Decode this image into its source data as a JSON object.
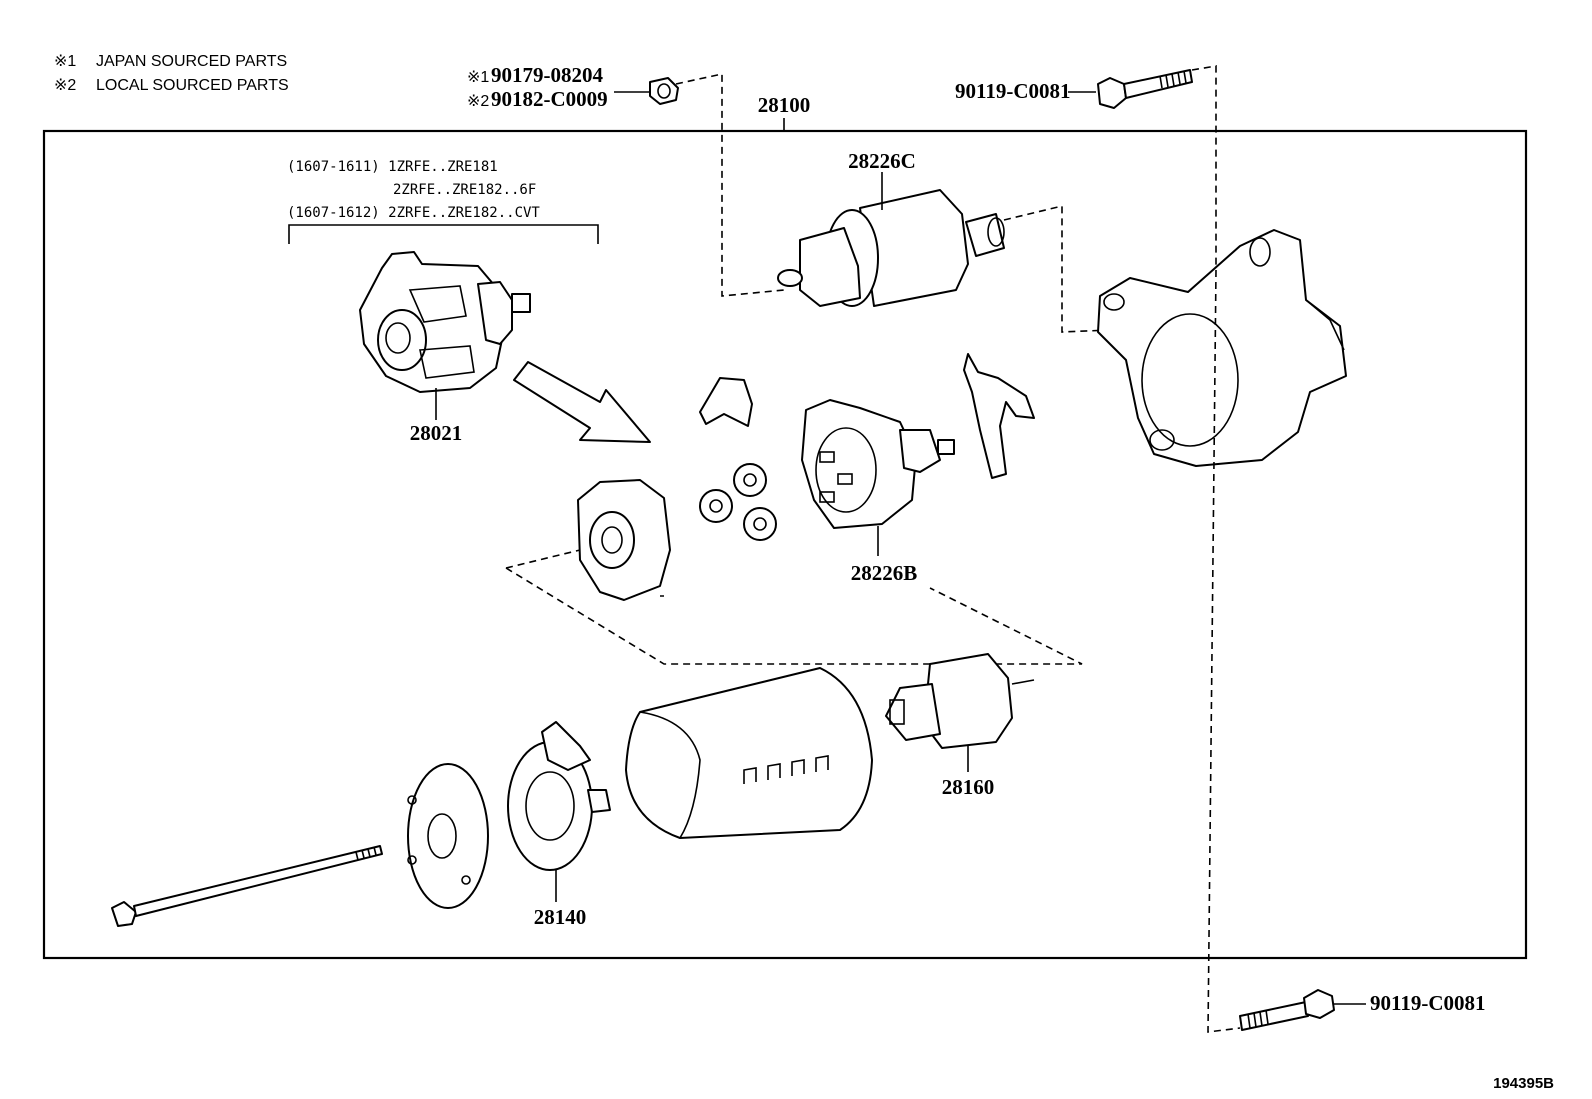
{
  "legend": [
    {
      "mark": "※1",
      "text": "JAPAN SOURCED PARTS"
    },
    {
      "mark": "※2",
      "text": "LOCAL SOURCED PARTS"
    }
  ],
  "nut_callout": [
    {
      "mark": "※1",
      "part_no": "90179-08204"
    },
    {
      "mark": "※2",
      "part_no": "90182-C0009"
    }
  ],
  "bolt_top_label": "90119-C0081",
  "bolt_bottom_label": "90119-C0081",
  "assembly_label": "28100",
  "conditions": [
    "(1607-1611) 1ZRFE..ZRE181",
    "2ZRFE..ZRE182..6F",
    "(1607-1612) 2ZRFE..ZRE182..CVT"
  ],
  "parts": {
    "p28226C": "28226C",
    "p28021": "28021",
    "p28226B": "28226B",
    "p28160": "28160",
    "p28140": "28140"
  },
  "figure_id": "194395B"
}
